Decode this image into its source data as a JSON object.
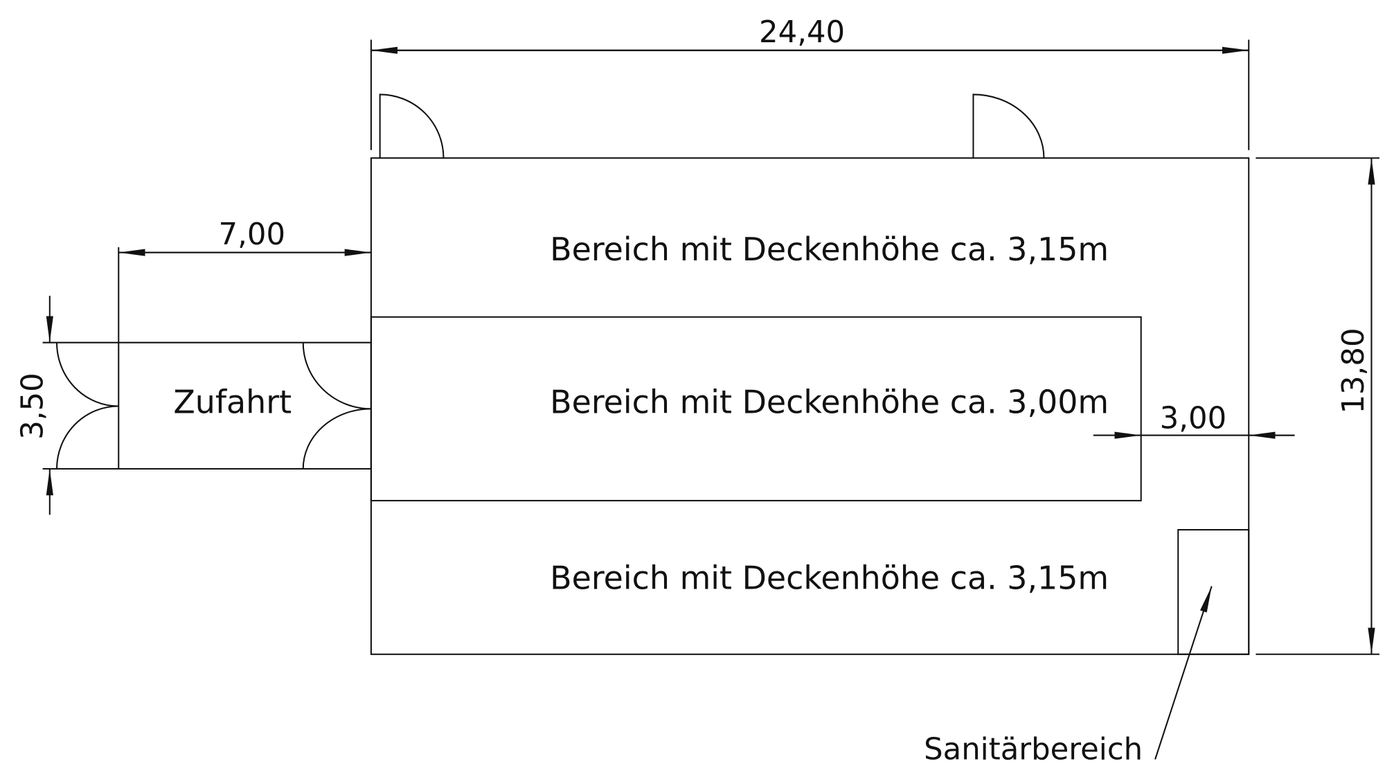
{
  "dimensions": {
    "total_width": "24,40",
    "total_depth": "13,80",
    "driveway_length": "7,00",
    "driveway_width": "3,50",
    "side_gap": "3,00"
  },
  "areas": {
    "top": "Bereich mit Deckenhöhe ca. 3,15m",
    "middle": "Bereich mit Deckenhöhe ca. 3,00m",
    "bottom": "Bereich mit Deckenhöhe ca. 3,15m",
    "driveway": "Zufahrt",
    "sanitary": "Sanitärbereich"
  }
}
